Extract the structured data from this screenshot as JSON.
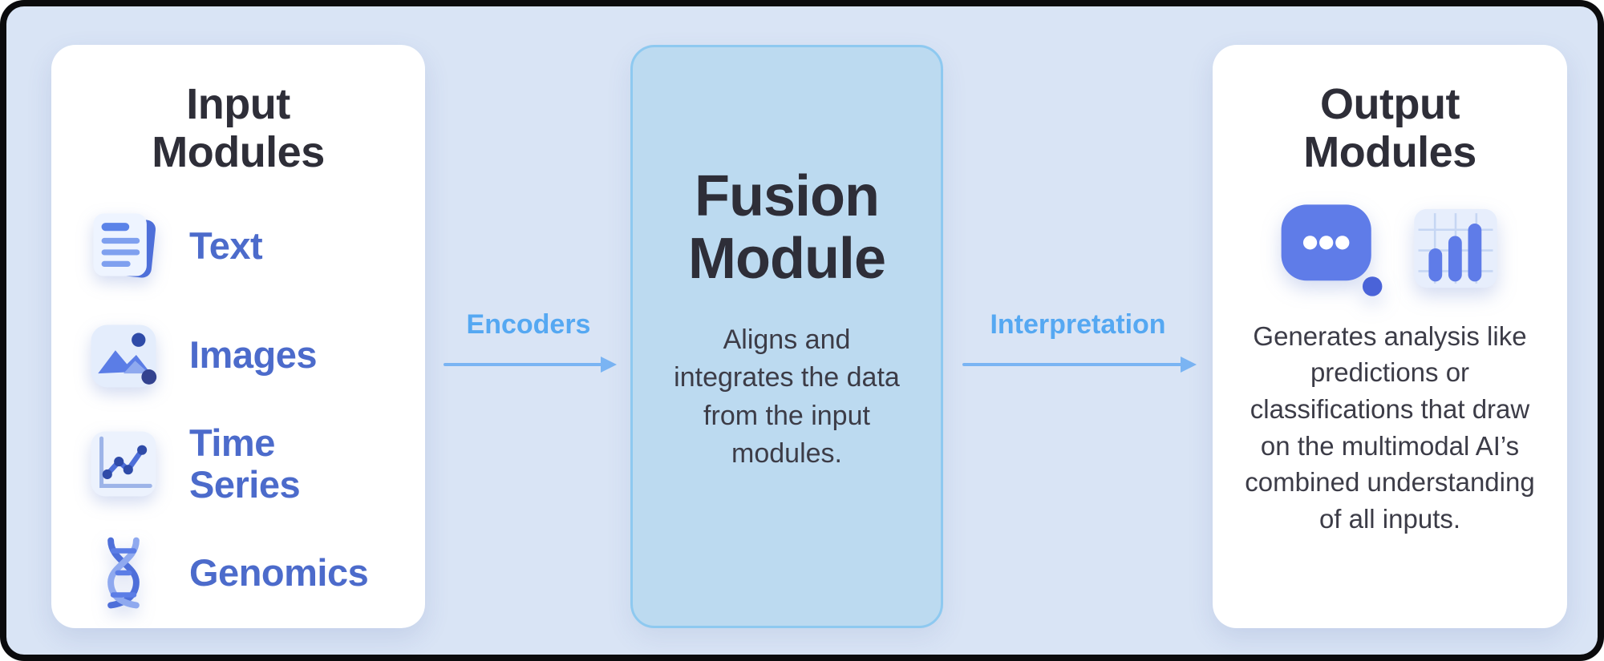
{
  "colors": {
    "frame_bg": "#0b0b0d",
    "canvas_bg": "#d9e4f5",
    "card_bg": "#ffffff",
    "fusion_bg": "#bcdaf0",
    "fusion_border": "#8ec9f0",
    "title_text": "#2e2e38",
    "body_text": "#3c3c47",
    "item_text": "#4c6bcb",
    "accent_arrow": "#7ab4f3",
    "accent_label": "#55a8f2"
  },
  "input_card": {
    "title": "Input Modules",
    "items": [
      {
        "label": "Text",
        "icon": "text-notepad-icon"
      },
      {
        "label": "Images",
        "icon": "images-icon"
      },
      {
        "label": "Time Series",
        "icon": "time-series-icon"
      },
      {
        "label": "Genomics",
        "icon": "genomics-dna-icon"
      }
    ]
  },
  "arrows": [
    {
      "label": "Encoders"
    },
    {
      "label": "Interpretation"
    }
  ],
  "fusion_card": {
    "title": "Fusion Module",
    "description": "Aligns and integrates the data from the input modules."
  },
  "output_card": {
    "title": "Output Modules",
    "icons": [
      "speech-bubble-icon",
      "bar-chart-icon"
    ],
    "description": "Generates analysis like predictions or classifications that draw on the multimodal AI’s combined understanding of all inputs."
  }
}
